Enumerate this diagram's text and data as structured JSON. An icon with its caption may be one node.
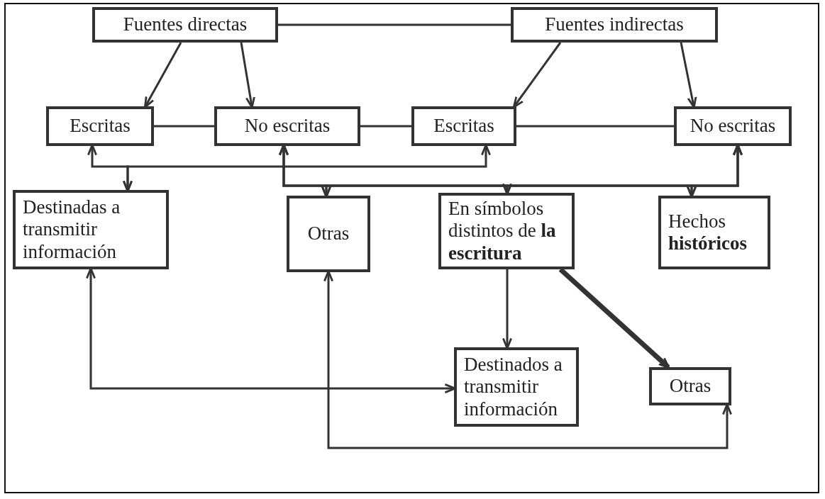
{
  "diagram": {
    "nodes": [
      {
        "text": [
          "Fuentes directas"
        ]
      },
      {
        "text": [
          "Fuentes indirectas"
        ]
      },
      {
        "text": [
          "Escritas"
        ]
      },
      {
        "text": [
          "No escritas"
        ]
      },
      {
        "text": [
          "Escritas"
        ]
      },
      {
        "text": [
          "No escritas"
        ]
      },
      {
        "text": [
          "Destinadas a transmitir información"
        ]
      },
      {
        "text": [
          "Otras"
        ]
      },
      {
        "text": [
          "En símbolos distintos de **la escritura**"
        ]
      },
      {
        "text": [
          "Hechos **históricos**"
        ]
      },
      {
        "text": [
          "Destinados a transmitir información"
        ]
      },
      {
        "text": [
          "Otras"
        ]
      }
    ],
    "edges": [
      {
        "from": 0,
        "to": 1,
        "arrow": "none"
      },
      {
        "from": 0,
        "to": 2,
        "arrow": "to"
      },
      {
        "from": 0,
        "to": 3,
        "arrow": "to"
      },
      {
        "from": 1,
        "to": 4,
        "arrow": "to"
      },
      {
        "from": 1,
        "to": 5,
        "arrow": "to"
      },
      {
        "from": 2,
        "to": 3,
        "arrow": "none"
      },
      {
        "from": 3,
        "to": 4,
        "arrow": "none"
      },
      {
        "from": 4,
        "to": 5,
        "arrow": "none"
      },
      {
        "from": 2,
        "to": 6,
        "arrow": "both"
      },
      {
        "from": 4,
        "to": 6,
        "arrow": "both"
      },
      {
        "from": 3,
        "to": 7,
        "arrow": "both"
      },
      {
        "from": 3,
        "to": 8,
        "arrow": "both"
      },
      {
        "from": 3,
        "to": 9,
        "arrow": "both"
      },
      {
        "from": 5,
        "to": 7,
        "arrow": "both"
      },
      {
        "from": 5,
        "to": 8,
        "arrow": "both"
      },
      {
        "from": 5,
        "to": 9,
        "arrow": "both"
      },
      {
        "from": 8,
        "to": 10,
        "arrow": "to"
      },
      {
        "from": 8,
        "to": 11,
        "arrow": "to",
        "style": "thick"
      },
      {
        "from": 6,
        "to": 10,
        "arrow": "both"
      },
      {
        "from": 7,
        "to": 11,
        "arrow": "both"
      }
    ]
  }
}
